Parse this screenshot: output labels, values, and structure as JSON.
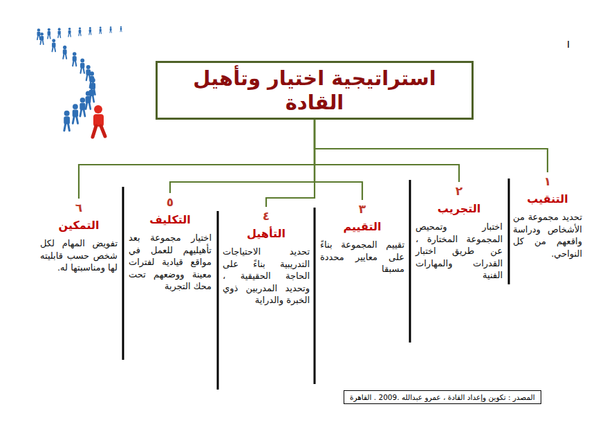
{
  "diagram": {
    "nodes": [
      {
        "text": [
          "استراتيجية اختيار وتأهيل القادة"
        ]
      },
      {
        "text": [
          "١",
          "التنقيب",
          "تحديد مجموعة من الأشخاص ودراسة واقعهم من كل النواحي."
        ]
      },
      {
        "text": [
          "٢",
          "التجريب",
          "اختبار وتمحيص المجموعة المختارة ، عن طريق اختبار القدرات والمهارات الفنية"
        ]
      },
      {
        "text": [
          "٣",
          "التقييم",
          "تقييم المجموعة بناءً على معايير محددة مسبقا"
        ]
      },
      {
        "text": [
          "٤",
          "التأهيل",
          "تحديد الاحتياجات التدريبية بناءً على الحاجة الحقيقية ، وتحديد المدربين ذوي الخبرة والدراية"
        ]
      },
      {
        "text": [
          "٥",
          "التكليف",
          "اختيار مجموعة بعد تأهيليهم للعمل في مواقع قيادية لفترات معينة ووضعهم تحت محك التجربة"
        ]
      },
      {
        "text": [
          "٦",
          "التمكين",
          "تفويض المهام لكل شخص حسب قابليته لها ومناسبتها له."
        ]
      },
      {
        "text": [
          "المصدر : تكوين وإعداد القادة ، عمرو عبدالله .2009 . القاهرة"
        ]
      }
    ],
    "edges": [
      {
        "from": 0,
        "to": 1,
        "arrow": "none"
      },
      {
        "from": 0,
        "to": 2,
        "arrow": "none"
      },
      {
        "from": 0,
        "to": 3,
        "arrow": "none"
      },
      {
        "from": 0,
        "to": 4,
        "arrow": "none"
      },
      {
        "from": 0,
        "to": 5,
        "arrow": "none"
      },
      {
        "from": 0,
        "to": 6,
        "arrow": "none"
      }
    ],
    "labels": [
      "I"
    ]
  }
}
